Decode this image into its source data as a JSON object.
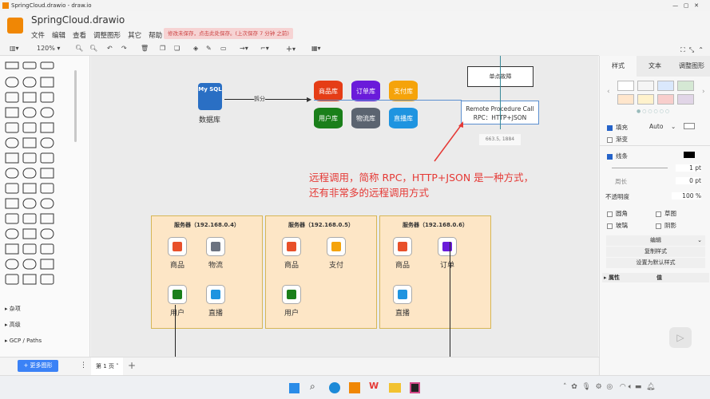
{
  "window_title": "SpringCloud.drawio - draw.io",
  "app": {
    "title": "SpringCloud.drawio",
    "menu": [
      "文件",
      "编辑",
      "查看",
      "调整图形",
      "其它",
      "帮助"
    ],
    "save_notice": "修改未保存，点击此处保存。(上次保存 7 分钟 之前)"
  },
  "toolbar": {
    "zoom": "120%"
  },
  "sidebar": {
    "sections": [
      "杂项",
      "高级",
      "GCP / Paths"
    ],
    "more_shapes": "+ 更多图形"
  },
  "diagram": {
    "mysql_label": "My SQL",
    "db_label": "数据库",
    "split_label": "拆分",
    "dbs": [
      {
        "label": "商品库",
        "color": "#e53d16"
      },
      {
        "label": "订单库",
        "color": "#6a1bda"
      },
      {
        "label": "支付库",
        "color": "#f5a30a"
      },
      {
        "label": "用户库",
        "color": "#1a7f1a"
      },
      {
        "label": "物流库",
        "color": "#5b6470"
      },
      {
        "label": "直播库",
        "color": "#1f94e0"
      }
    ],
    "single_point": "单点故障",
    "rpc_line1": "Remote Procedure Call",
    "rpc_line2": "RPC：HTTP+JSON",
    "coord_tooltip": "663.5, 1884",
    "annotation_line1": "远程调用，简称 RPC，HTTP+JSON 是一种方式，",
    "annotation_line2": "还有非常多的远程调用方式",
    "servers": [
      {
        "title": "服务器（192.168.0.4）",
        "services": [
          {
            "label": "商品",
            "color": "#e8502a"
          },
          {
            "label": "物流",
            "color": "#6b7280"
          },
          {
            "label": "用户",
            "color": "#1a7f1a"
          },
          {
            "label": "直播",
            "color": "#1f94e0"
          }
        ]
      },
      {
        "title": "服务器（192.168.0.5）",
        "services": [
          {
            "label": "商品",
            "color": "#e8502a"
          },
          {
            "label": "支付",
            "color": "#f5a30a"
          },
          {
            "label": "用户",
            "color": "#1a7f1a"
          }
        ]
      },
      {
        "title": "服务器（192.168.0.6）",
        "services": [
          {
            "label": "商品",
            "color": "#e8502a"
          },
          {
            "label": "订单",
            "color": "#6a1bda"
          },
          {
            "label": "直播",
            "color": "#1f94e0"
          }
        ]
      }
    ]
  },
  "format_panel": {
    "tabs": [
      "样式",
      "文本",
      "调整图形"
    ],
    "fill": "填充",
    "fill_mode": "Auto",
    "gradient": "渐变",
    "line": "线条",
    "line_width": "1 pt",
    "perimeter": "周长",
    "perimeter_value": "0 pt",
    "opacity": "不透明度",
    "opacity_value": "100 %",
    "rounded": "圆角",
    "sketch": "草图",
    "glass": "玻璃",
    "shadow": "阴影",
    "edit": "编辑",
    "copy_style": "复制样式",
    "set_default": "设置为默认样式",
    "property": "属性",
    "value": "值",
    "swatches": [
      "#ffffff",
      "#f5f5f5",
      "#dae8fc",
      "#d5e8d4",
      "#ffe6cc",
      "#fff2cc",
      "#f8cecc",
      "#e1d5e7"
    ]
  },
  "pages": {
    "current": "第 1 页"
  }
}
